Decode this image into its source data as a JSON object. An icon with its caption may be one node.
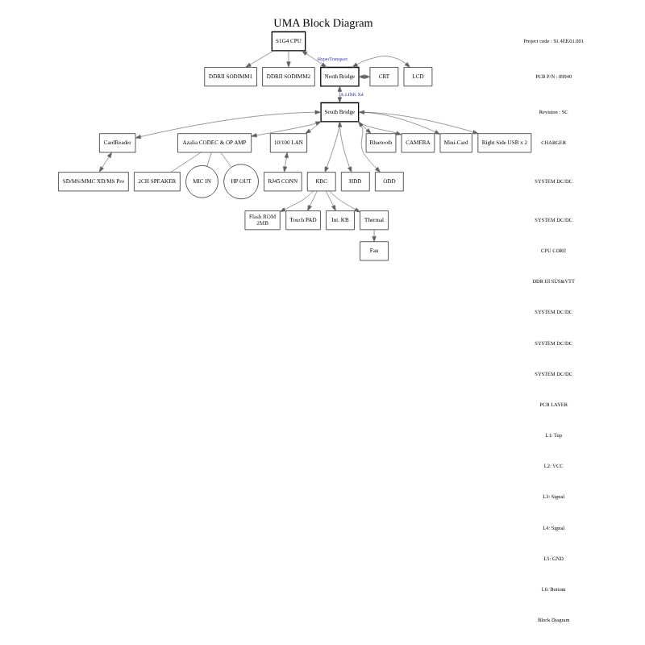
{
  "diagram": {
    "title": "UMA Block Diagram",
    "nodes": [
      {
        "text": [
          "S1G4 CPU"
        ]
      },
      {
        "text": [
          "DDRII SODIMM1"
        ]
      },
      {
        "text": [
          "DDRII SODIMM2"
        ]
      },
      {
        "text": [
          "North Bridge"
        ]
      },
      {
        "text": [
          "CRT"
        ]
      },
      {
        "text": [
          "LCD"
        ]
      },
      {
        "text": [
          "South Bridge"
        ]
      },
      {
        "text": [
          "CardReader"
        ]
      },
      {
        "text": [
          "SD/MS/MMC XD/MS Pro"
        ]
      },
      {
        "text": [
          "Azalia CODEC & OP AMP"
        ]
      },
      {
        "text": [
          "MIC IN"
        ]
      },
      {
        "text": [
          "HP OUT"
        ]
      },
      {
        "text": [
          "2CH SPEAKER"
        ]
      },
      {
        "text": [
          "10/100 LAN"
        ]
      },
      {
        "text": [
          "RJ45 CONN"
        ]
      },
      {
        "text": [
          "Mini-Card"
        ]
      },
      {
        "text": [
          "CAMERA"
        ]
      },
      {
        "text": [
          "Bluetooth"
        ]
      },
      {
        "text": [
          "Right Side USB x 2"
        ]
      },
      {
        "text": [
          "KBC"
        ]
      },
      {
        "text": [
          "HDD"
        ]
      },
      {
        "text": [
          "ODD"
        ]
      },
      {
        "text": [
          "Flash ROM",
          "2MB"
        ]
      },
      {
        "text": [
          "Touch PAD"
        ]
      },
      {
        "text": [
          "Int. KB"
        ]
      },
      {
        "text": [
          "Thermal"
        ]
      },
      {
        "text": [
          "Fan"
        ]
      }
    ],
    "edges": [
      {
        "from": 0,
        "to": 3,
        "arrow": "both",
        "label": "HyperTransport"
      },
      {
        "from": 0,
        "to": 1,
        "arrow": "to"
      },
      {
        "from": 0,
        "to": 2,
        "arrow": "to"
      },
      {
        "from": 3,
        "to": 4,
        "arrow": "both"
      },
      {
        "from": 3,
        "to": 5,
        "arrow": "both"
      },
      {
        "from": 3,
        "to": 6,
        "arrow": "both",
        "label": "A-LINK X4"
      },
      {
        "from": 6,
        "to": 7,
        "arrow": "both"
      },
      {
        "from": 7,
        "to": 8,
        "arrow": "both"
      },
      {
        "from": 6,
        "to": 9,
        "arrow": "both"
      },
      {
        "from": 9,
        "to": 10,
        "arrow": "none"
      },
      {
        "from": 9,
        "to": 11,
        "arrow": "none"
      },
      {
        "from": 9,
        "to": 12,
        "arrow": "none"
      },
      {
        "from": 6,
        "to": 13,
        "arrow": "to"
      },
      {
        "from": 13,
        "to": 14,
        "arrow": "both"
      },
      {
        "from": 6,
        "to": 15,
        "arrow": "both"
      },
      {
        "from": 6,
        "to": 16,
        "arrow": "to"
      },
      {
        "from": 6,
        "to": 17,
        "arrow": "to"
      },
      {
        "from": 6,
        "to": 18,
        "arrow": "to"
      },
      {
        "from": 6,
        "to": 19,
        "arrow": "to"
      },
      {
        "from": 6,
        "to": 20,
        "arrow": "both"
      },
      {
        "from": 6,
        "to": 21,
        "arrow": "both"
      },
      {
        "from": 19,
        "to": 22,
        "arrow": "to"
      },
      {
        "from": 19,
        "to": 23,
        "arrow": "to"
      },
      {
        "from": 19,
        "to": 24,
        "arrow": "to"
      },
      {
        "from": 19,
        "to": 25,
        "arrow": "to"
      },
      {
        "from": 25,
        "to": 26,
        "arrow": "to"
      }
    ],
    "labels": [
      "Project code : 91.4EK01.001",
      "PCB P/N : 09940",
      "Revision : SC",
      "CHARGER",
      "SYSTEM DC/DC",
      "SYSTEM DC/DC",
      "CPU CORE",
      "DDR III SUS&VTT",
      "SYSTEM DC/DC",
      "SYSTEM DC/DC",
      "SYSTEM DC/DC",
      "PCB LAYER",
      "L1: Top",
      "L2: VCC",
      "L3: Signal",
      "L4: Signal",
      "L5: GND",
      "L6: Bottom",
      "Block Diagram"
    ]
  }
}
